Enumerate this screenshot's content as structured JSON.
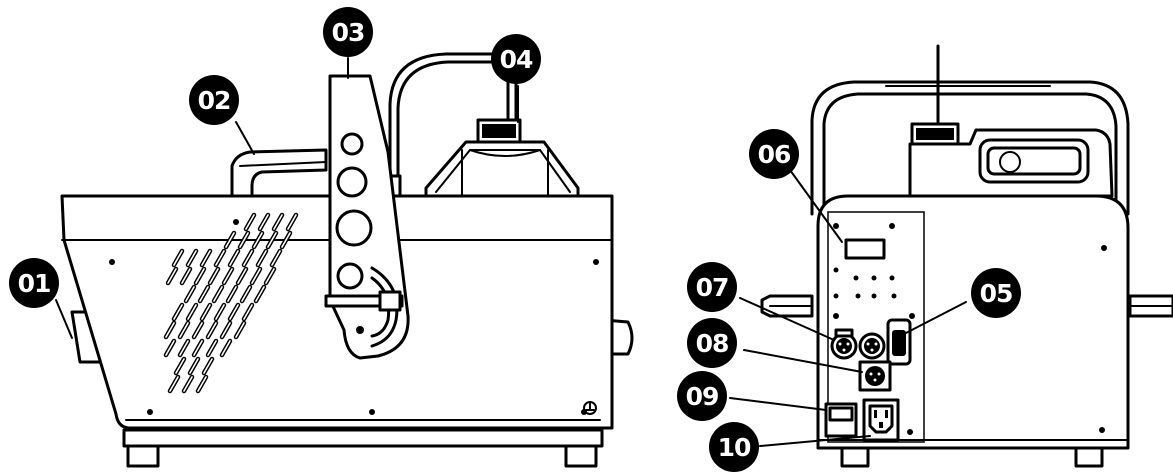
{
  "diagram": {
    "side_view_labels": [
      "01",
      "02",
      "03",
      "04"
    ],
    "rear_view_labels": [
      "05",
      "06",
      "07",
      "08",
      "09",
      "10"
    ]
  }
}
